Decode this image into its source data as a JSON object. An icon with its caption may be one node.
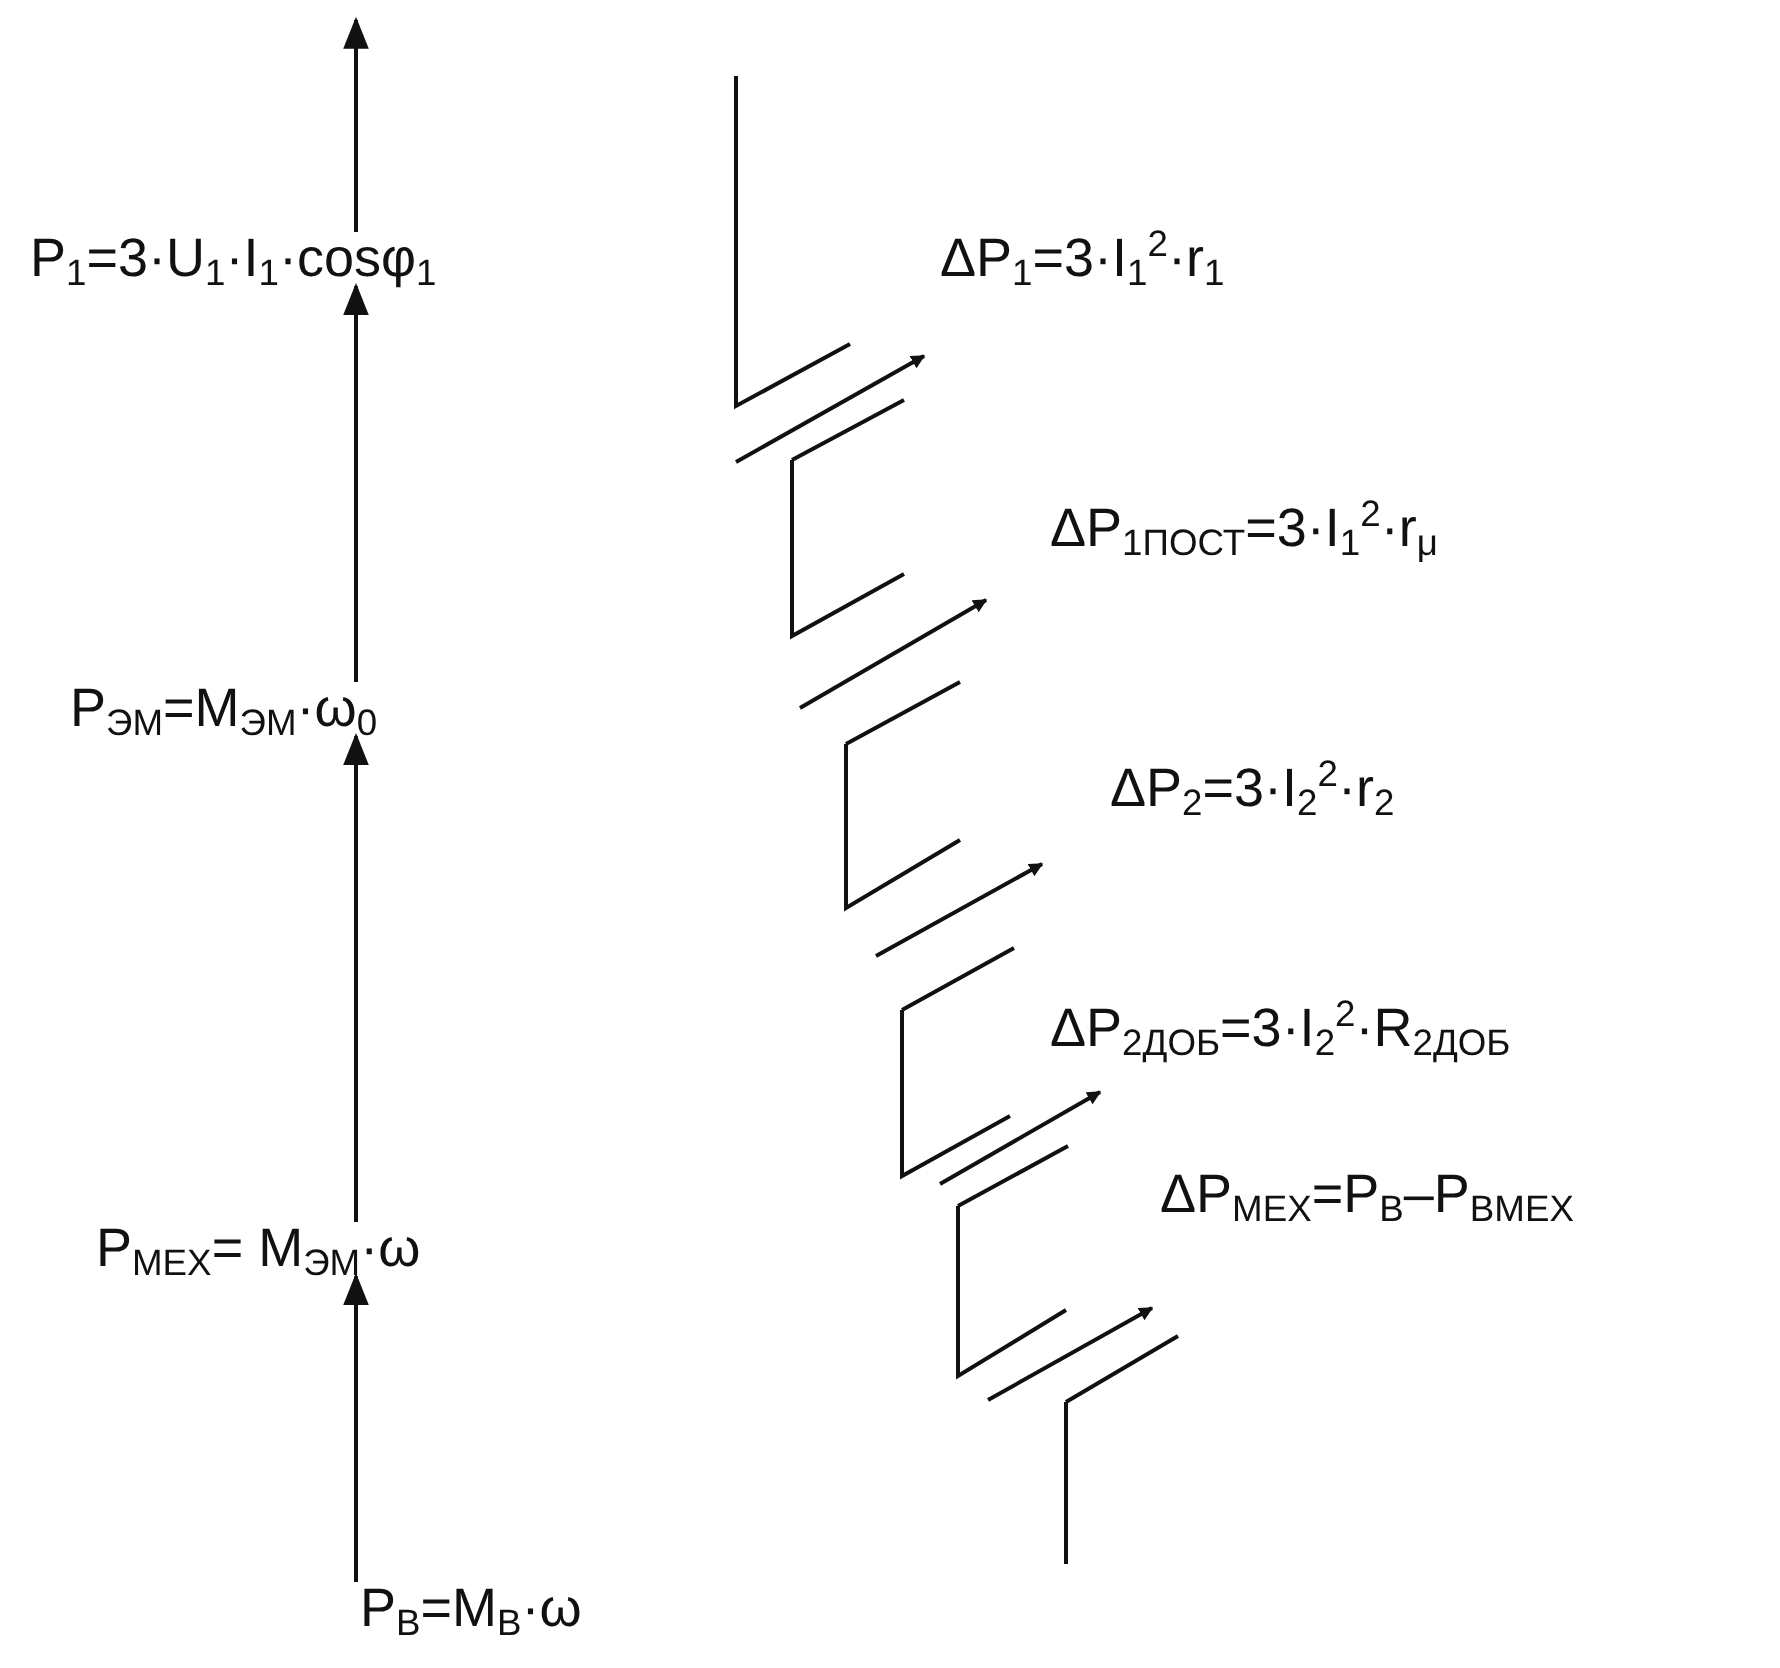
{
  "diagram": {
    "nodes": [
      {
        "text": [
          "P$_{1}$=3·U$_{1}$·I$_{1}$·cosφ$_{1}$"
        ]
      },
      {
        "text": [
          "P$_{ЭМ}$=M$_{ЭМ}$·ω$_{0}$"
        ]
      },
      {
        "text": [
          "P$_{МЕХ}$= M$_{ЭМ}$·ω"
        ]
      },
      {
        "text": [
          "P$_{В}$=M$_{В}$·ω"
        ]
      },
      {
        "text": [
          "ΔP$_{1}$=3·I$_{1}$$^{2}$·r$_{1}$"
        ]
      },
      {
        "text": [
          "ΔP$_{1ПОСТ}$=3·I$_{1}$$^{2}$·r$_{μ}$"
        ]
      },
      {
        "text": [
          "ΔP$_{2}$=3·I$_{2}$$^{2}$·r$_{2}$"
        ]
      },
      {
        "text": [
          "ΔP$_{2ДОБ}$=3·I$_{2}$$^{2}$·R$_{2ДОБ}$"
        ]
      },
      {
        "text": [
          "ΔP$_{МЕХ}$=P$_{В}$–P$_{ВМЕХ}$"
        ]
      }
    ],
    "edges": [
      {
        "from": 0,
        "to": null,
        "arrow": "to"
      },
      {
        "from": 1,
        "to": 0,
        "arrow": "to"
      },
      {
        "from": 2,
        "to": 1,
        "arrow": "to"
      },
      {
        "from": 3,
        "to": 2,
        "arrow": "to"
      },
      {
        "from": null,
        "to": 4,
        "arrow": "to"
      },
      {
        "from": null,
        "to": 5,
        "arrow": "to"
      },
      {
        "from": null,
        "to": 6,
        "arrow": "to"
      },
      {
        "from": null,
        "to": 7,
        "arrow": "to"
      },
      {
        "from": null,
        "to": 8,
        "arrow": "to"
      }
    ]
  }
}
